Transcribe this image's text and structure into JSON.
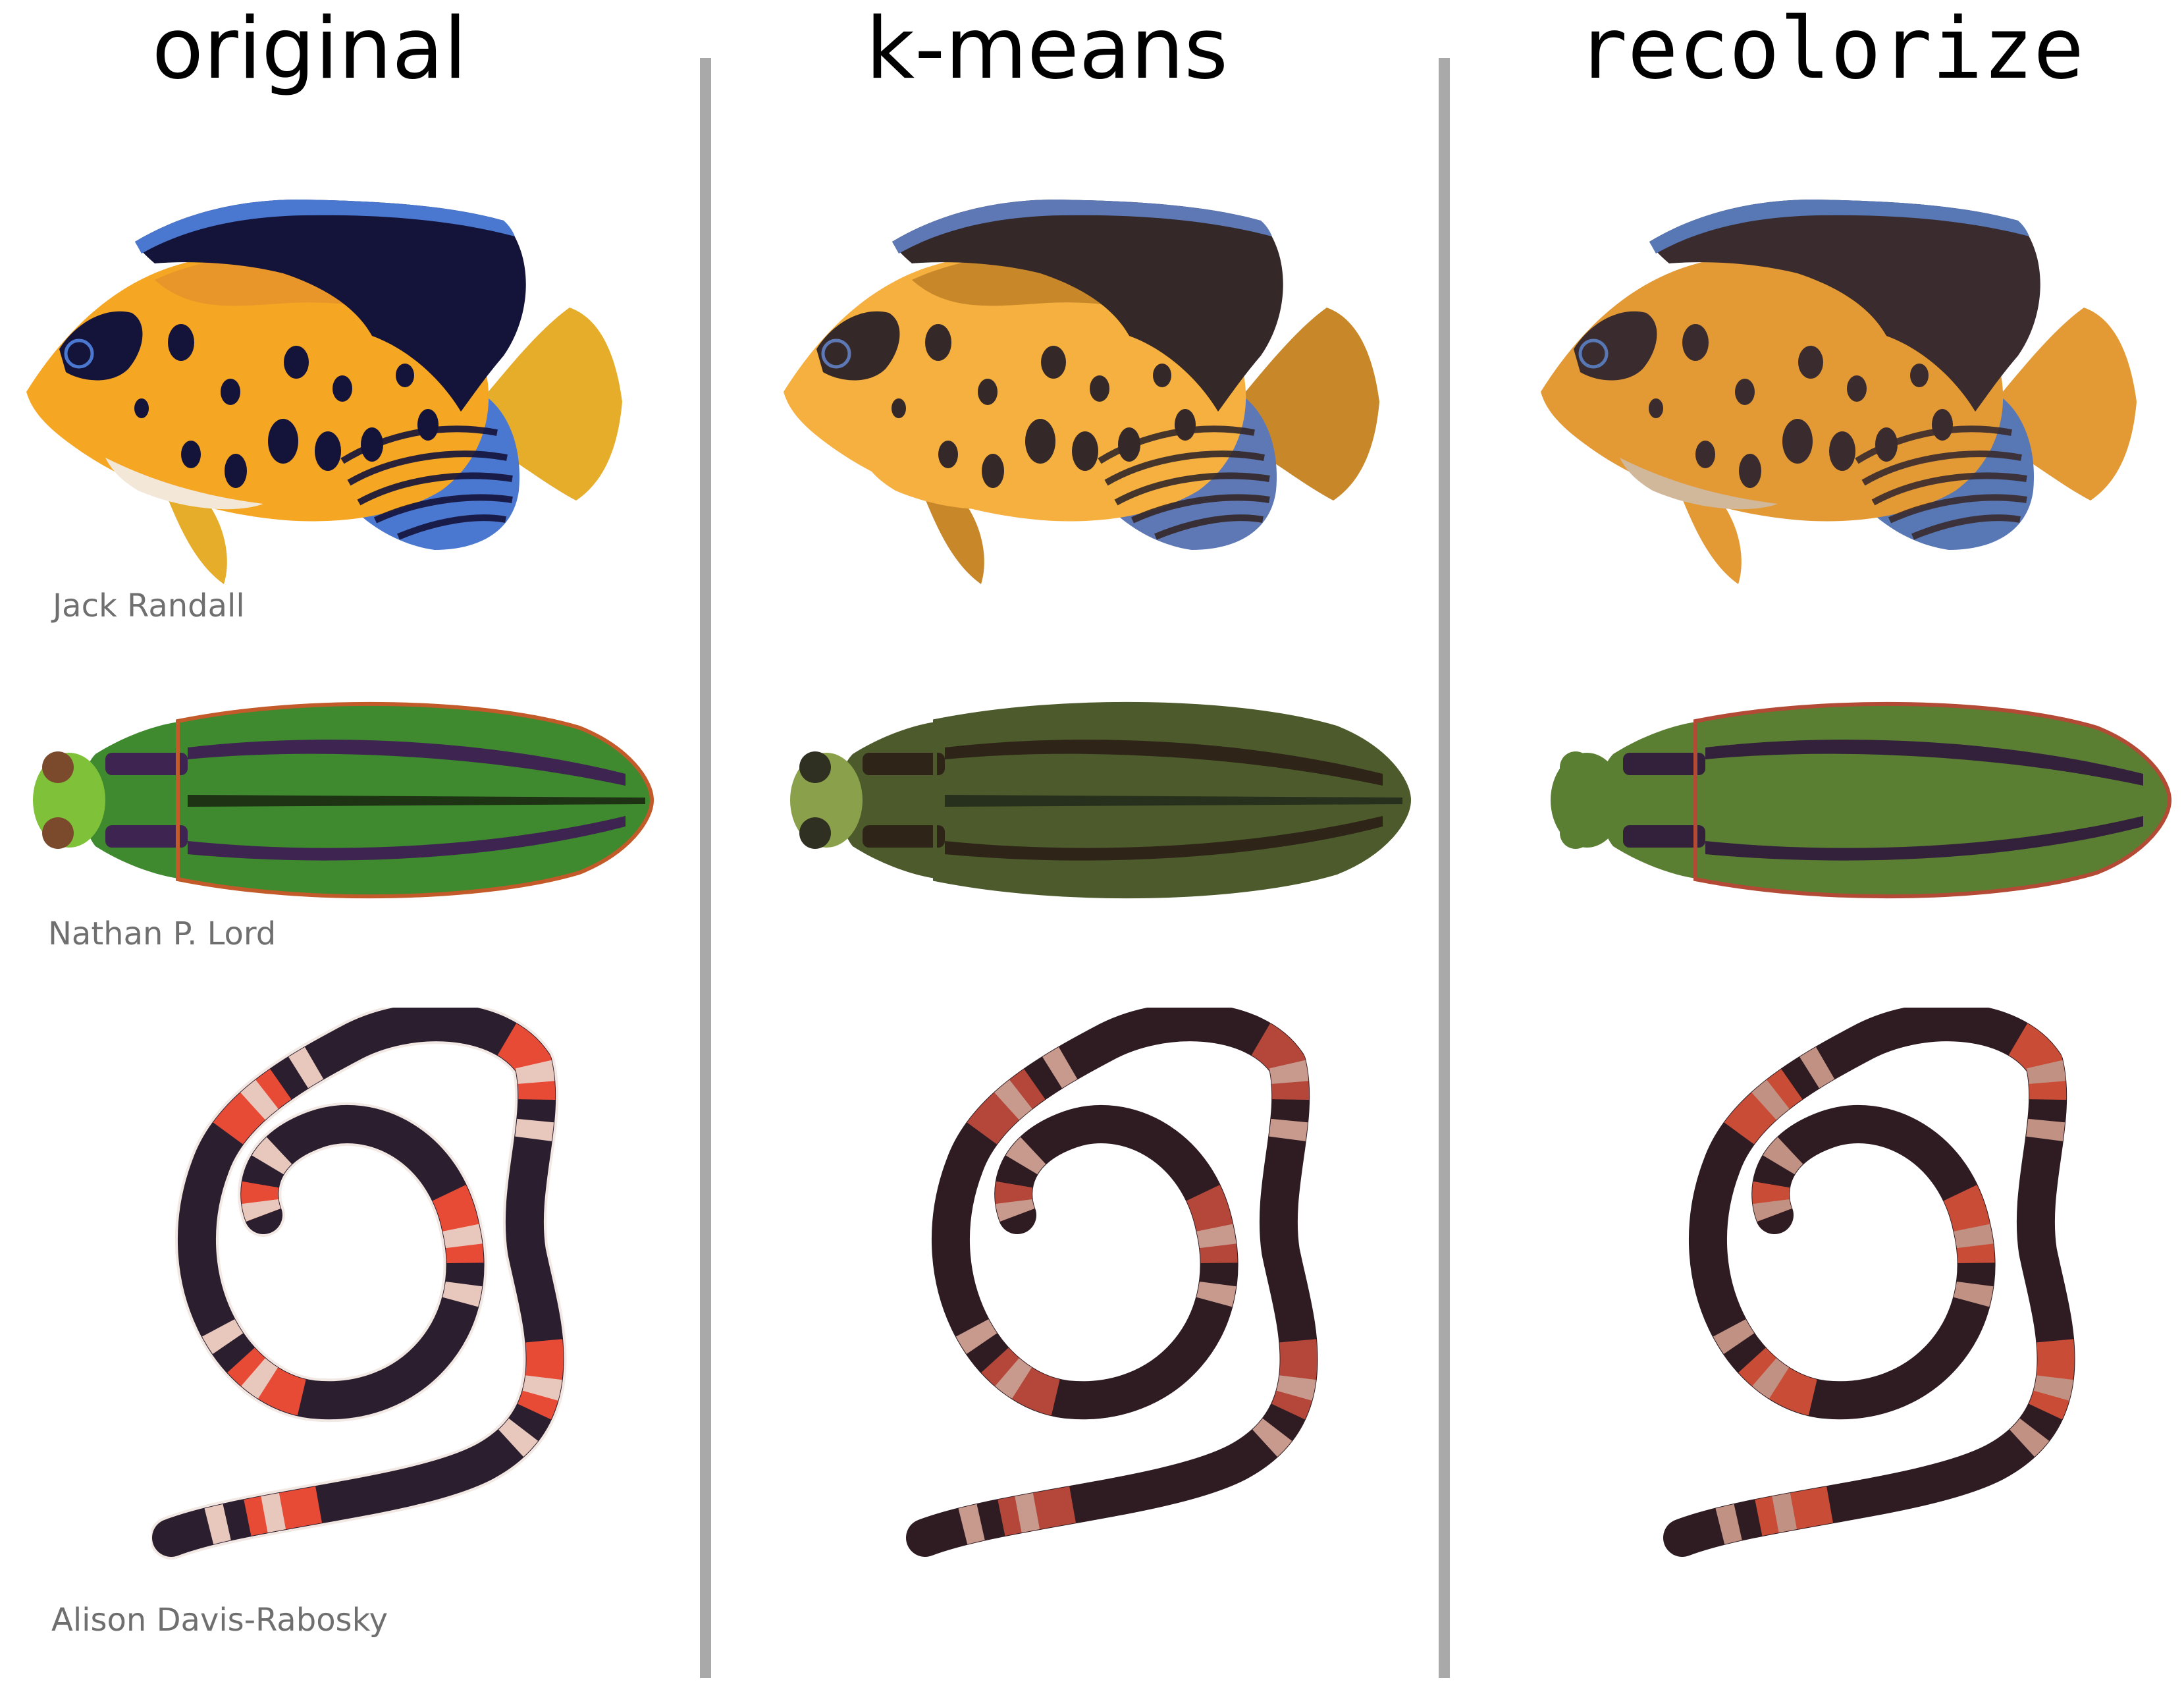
{
  "columns": [
    {
      "title": "original"
    },
    {
      "title": "k-means"
    },
    {
      "title": "recolorize"
    }
  ],
  "rows": [
    {
      "specimen": "angelfish",
      "credit": "Jack Randall"
    },
    {
      "specimen": "jewel-beetle",
      "credit": "Nathan P. Lord"
    },
    {
      "specimen": "banded-snake",
      "credit": "Alison Davis-Rabosky"
    }
  ],
  "colors": {
    "divider": "#a9a9a9",
    "credit_text": "#6f6f6f",
    "kmeans": {
      "fish_body": "#f5b040",
      "fish_shade": "#c8882a",
      "fish_dark": "#342829",
      "fish_blue": "#5d78b4",
      "beetle_base": "#4c5a2c",
      "beetle_dark": "#26301c",
      "beetle_light": "#8aa04a",
      "beetle_stripe": "#2e2418",
      "snake_dark": "#2f1c22",
      "snake_red": "#b4473a",
      "snake_cream": "#c89a8e"
    },
    "recolorize": {
      "fish_body": "#e39a35",
      "fish_dark": "#3a2b2e",
      "fish_blue": "#5777b5",
      "fish_belly": "#d2b89a",
      "beetle_base": "#5b7f32",
      "beetle_stripe": "#33213b",
      "beetle_edge": "#b34a35",
      "snake_dark": "#2f1c22",
      "snake_red": "#c94c36",
      "snake_cream": "#c19183"
    }
  }
}
